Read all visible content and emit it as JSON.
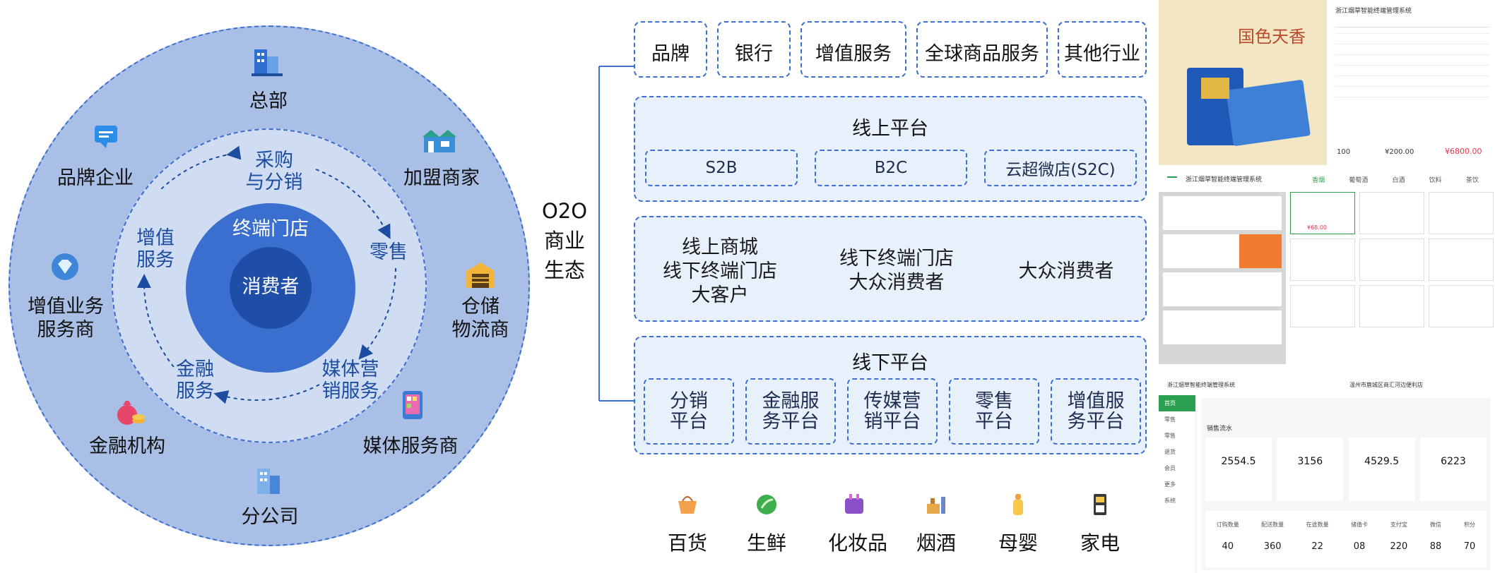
{
  "circle": {
    "core": "消费者",
    "store": "终端门店",
    "cycle": {
      "procure": [
        "采购",
        "与分销"
      ],
      "retail": "零售",
      "media": [
        "媒体营",
        "销服务"
      ],
      "finance": [
        "金融",
        "服务"
      ],
      "value": [
        "增值",
        "服务"
      ]
    },
    "outer": {
      "hq": "总部",
      "franchise": "加盟商家",
      "storage": [
        "仓储",
        "物流商"
      ],
      "media_provider": "媒体服务商",
      "branch": "分公司",
      "finance_inst": "金融机构",
      "value_provider": [
        "增值业务",
        "服务商"
      ],
      "brand_enterprise": "品牌企业"
    }
  },
  "o2o_label": [
    "O2O",
    "商业",
    "生态"
  ],
  "top_row": [
    "品牌",
    "银行",
    "增值服务",
    "全球商品服务",
    "其他行业"
  ],
  "online": {
    "title": "线上平台",
    "items": [
      "S2B",
      "B2C",
      "云超微店(S2C)"
    ]
  },
  "middle": {
    "col1": [
      "线上商城",
      "线下终端门店",
      "大客户"
    ],
    "col2": [
      "线下终端门店",
      "大众消费者"
    ],
    "col3": "大众消费者"
  },
  "offline": {
    "title": "线下平台",
    "items": [
      [
        "分销",
        "平台"
      ],
      [
        "金融服",
        "务平台"
      ],
      [
        "传媒营",
        "销平台"
      ],
      [
        "零售",
        "平台"
      ],
      [
        "增值服",
        "务平台"
      ]
    ]
  },
  "categories": [
    {
      "label": "百货",
      "icon": "basket-icon"
    },
    {
      "label": "生鲜",
      "icon": "vegetable-icon"
    },
    {
      "label": "化妆品",
      "icon": "cosmetics-icon"
    },
    {
      "label": "烟酒",
      "icon": "liquor-icon"
    },
    {
      "label": "母婴",
      "icon": "baby-bottle-icon"
    },
    {
      "label": "家电",
      "icon": "appliance-icon"
    }
  ],
  "screens": {
    "top": {
      "title": "浙江烟草智能终端管理系统",
      "brand_text": "国色天香",
      "totals": [
        "100",
        "¥200.00",
        "¥6800.00"
      ]
    },
    "mid": {
      "title": "浙江烟草智能终端管理系统",
      "tabs": [
        "香烟",
        "葡萄酒",
        "白酒",
        "饮料",
        "茶饮"
      ],
      "price": "¥68.00"
    },
    "bottom": {
      "title": "浙江烟草智能终端管理系统",
      "store": "温州市鹿城区商汇河边便利店",
      "section": "销售流水",
      "nav": [
        "首页",
        "零售",
        "零售",
        "退货",
        "会员",
        "更多",
        "系统"
      ],
      "stats": [
        "2554.5",
        "3156",
        "4529.5",
        "6223"
      ],
      "bottom_labels": [
        "订购数量",
        "配送数量",
        "在途数量",
        "储值卡",
        "支付宝",
        "微信",
        "积分"
      ],
      "bottom_values": [
        "40",
        "360",
        "22",
        "08",
        "220",
        "88",
        "70"
      ]
    }
  },
  "colors": {
    "outer_ring": "#a9bfe6",
    "mid_ring": "#cfdcf2",
    "store_ring": "#3a6fd0",
    "core": "#1f4ea8",
    "dashed": "#3c6fd0",
    "panel": "#e8f0fb"
  }
}
